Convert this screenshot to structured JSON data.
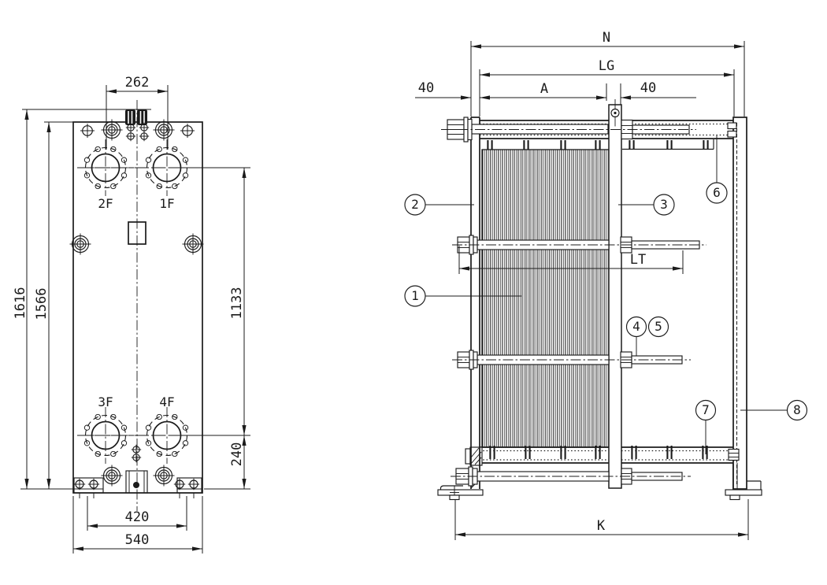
{
  "colors": {
    "line": "#1b1b1b",
    "background": "#ffffff"
  },
  "front_view": {
    "dims": {
      "port_spacing_horizontal": "262",
      "overall_height": "1616",
      "plate_height": "1566",
      "port_spacing_vertical": "1133",
      "port_to_base": "240",
      "foot_bolt_spacing": "420",
      "plate_width": "540"
    },
    "ports": {
      "top_left": "2F",
      "top_right": "1F",
      "bottom_left": "3F",
      "bottom_right": "4F"
    }
  },
  "side_view": {
    "dims": {
      "overall_length": "N",
      "carrying_bar_length": "LG",
      "plate_pack_length": "A",
      "gap_left": "40",
      "gap_right": "40",
      "tightening_bolt_length": "LT",
      "foot_spacing": "K"
    },
    "callouts": [
      "1",
      "2",
      "3",
      "4",
      "5",
      "6",
      "7",
      "8"
    ]
  }
}
